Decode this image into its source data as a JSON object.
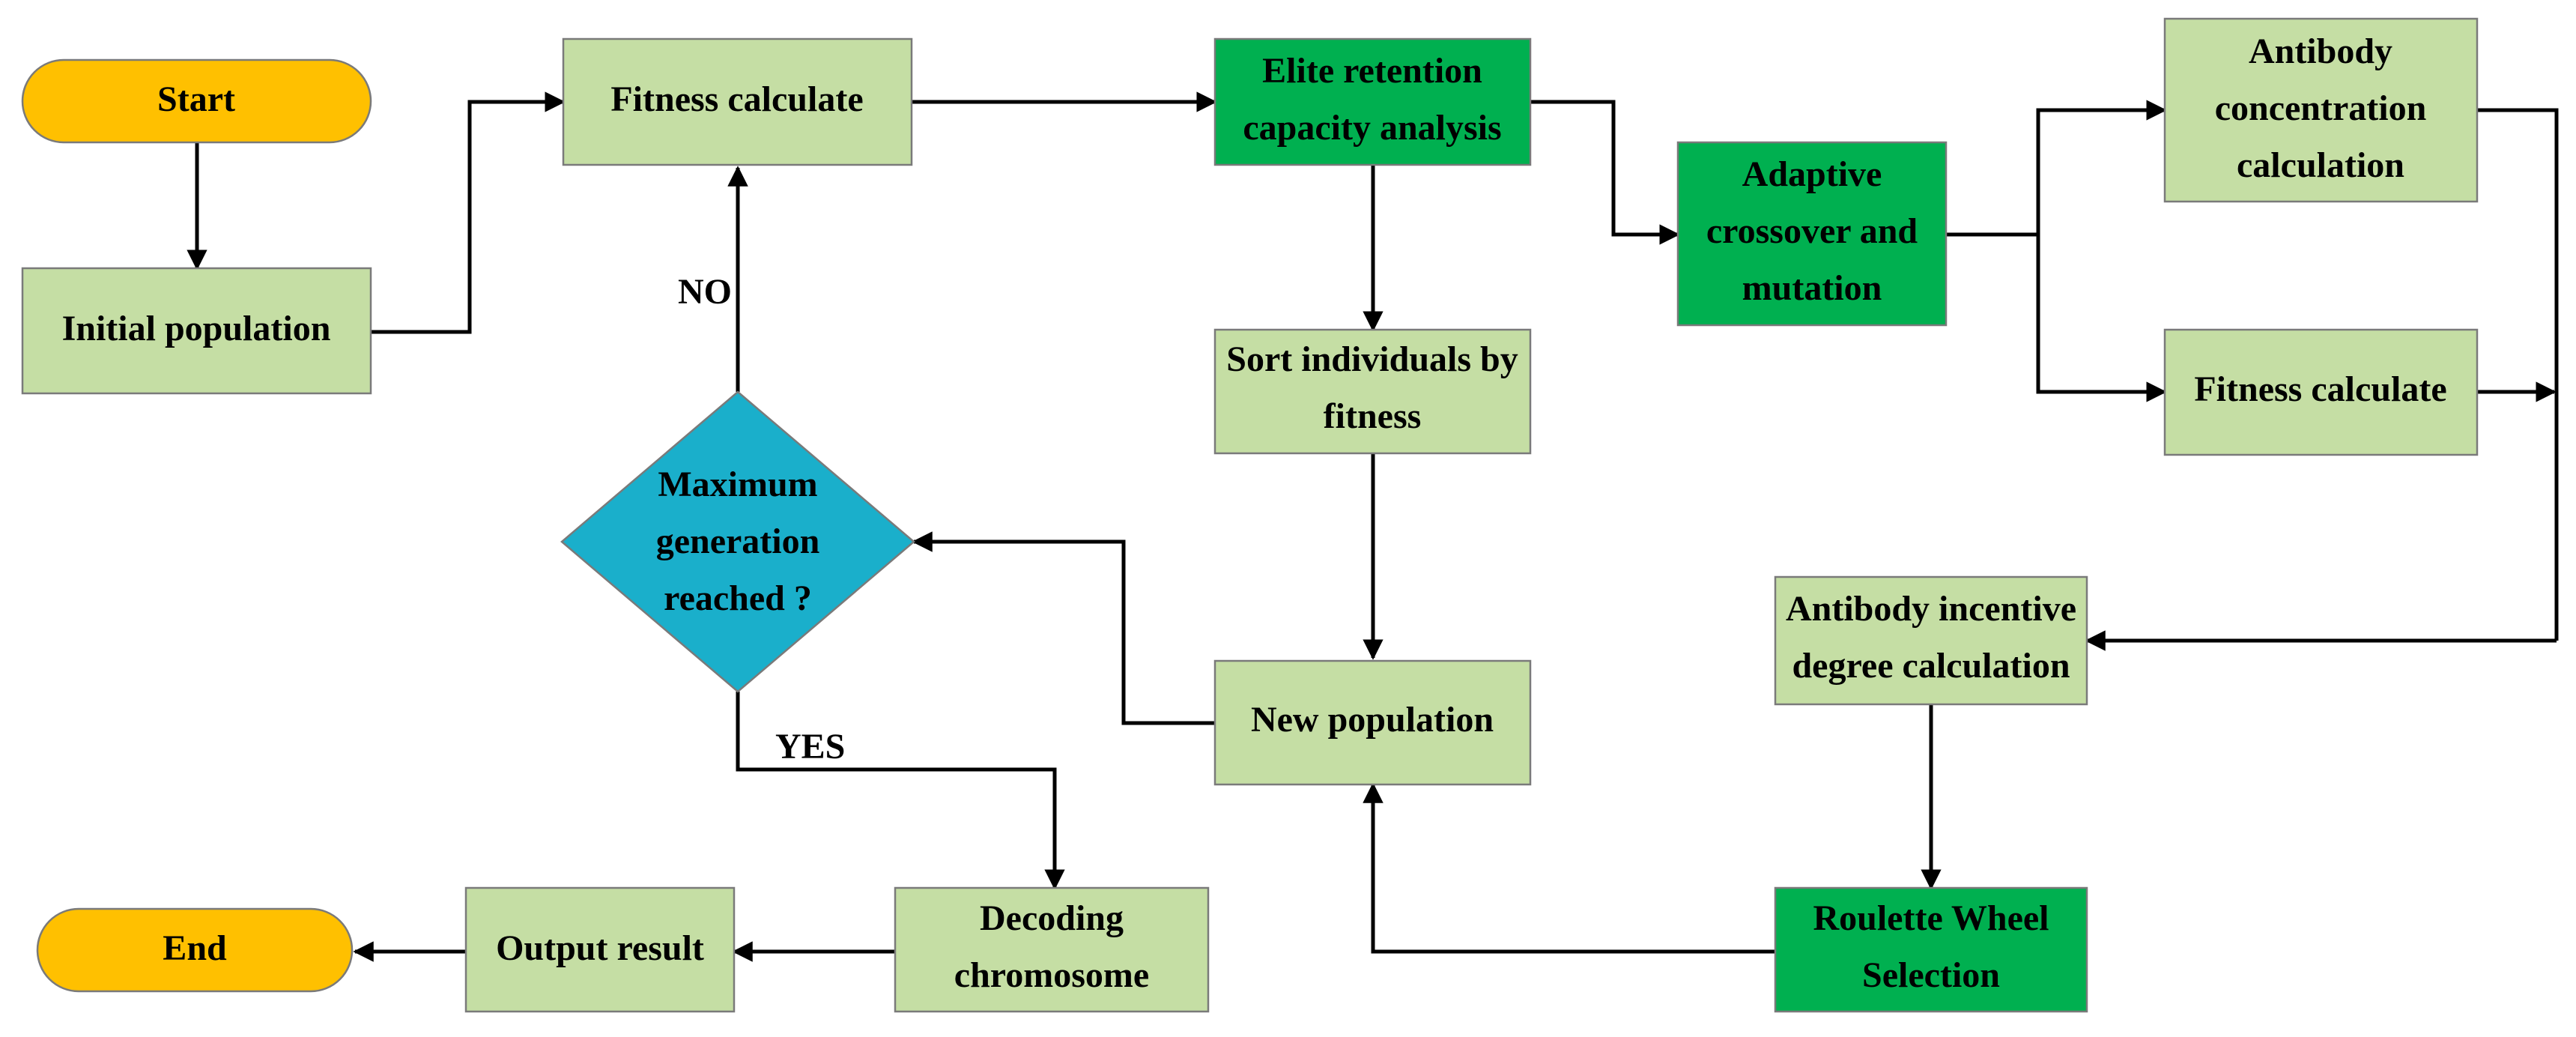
{
  "colors": {
    "terminal": "#FFC000",
    "process": "#C5DEA4",
    "highlight": "#00B050",
    "decision": "#1AAFCB",
    "line": "#000000"
  },
  "nodes": {
    "start": {
      "lines": [
        "Start"
      ]
    },
    "initial_population": {
      "lines": [
        "Initial population"
      ]
    },
    "fitness_calculate_1": {
      "lines": [
        "Fitness calculate"
      ]
    },
    "elite_retention": {
      "lines": [
        "Elite retention",
        "capacity analysis"
      ]
    },
    "adaptive_crossover": {
      "lines": [
        "Adaptive",
        "crossover and",
        "mutation"
      ]
    },
    "antibody_concentration": {
      "lines": [
        "Antibody",
        "concentration",
        "calculation"
      ]
    },
    "fitness_calculate_2": {
      "lines": [
        "Fitness calculate"
      ]
    },
    "sort_individuals": {
      "lines": [
        "Sort individuals by",
        "fitness"
      ]
    },
    "max_generation": {
      "lines": [
        "Maximum",
        "generation",
        "reached ?"
      ]
    },
    "new_population": {
      "lines": [
        "New population"
      ]
    },
    "antibody_incentive": {
      "lines": [
        "Antibody incentive",
        "degree calculation"
      ]
    },
    "roulette_wheel": {
      "lines": [
        "Roulette Wheel",
        "Selection"
      ]
    },
    "decoding": {
      "lines": [
        "Decoding",
        "chromosome"
      ]
    },
    "output_result": {
      "lines": [
        "Output result"
      ]
    },
    "end": {
      "lines": [
        "End"
      ]
    }
  },
  "edge_labels": {
    "no": "NO",
    "yes": "YES"
  }
}
